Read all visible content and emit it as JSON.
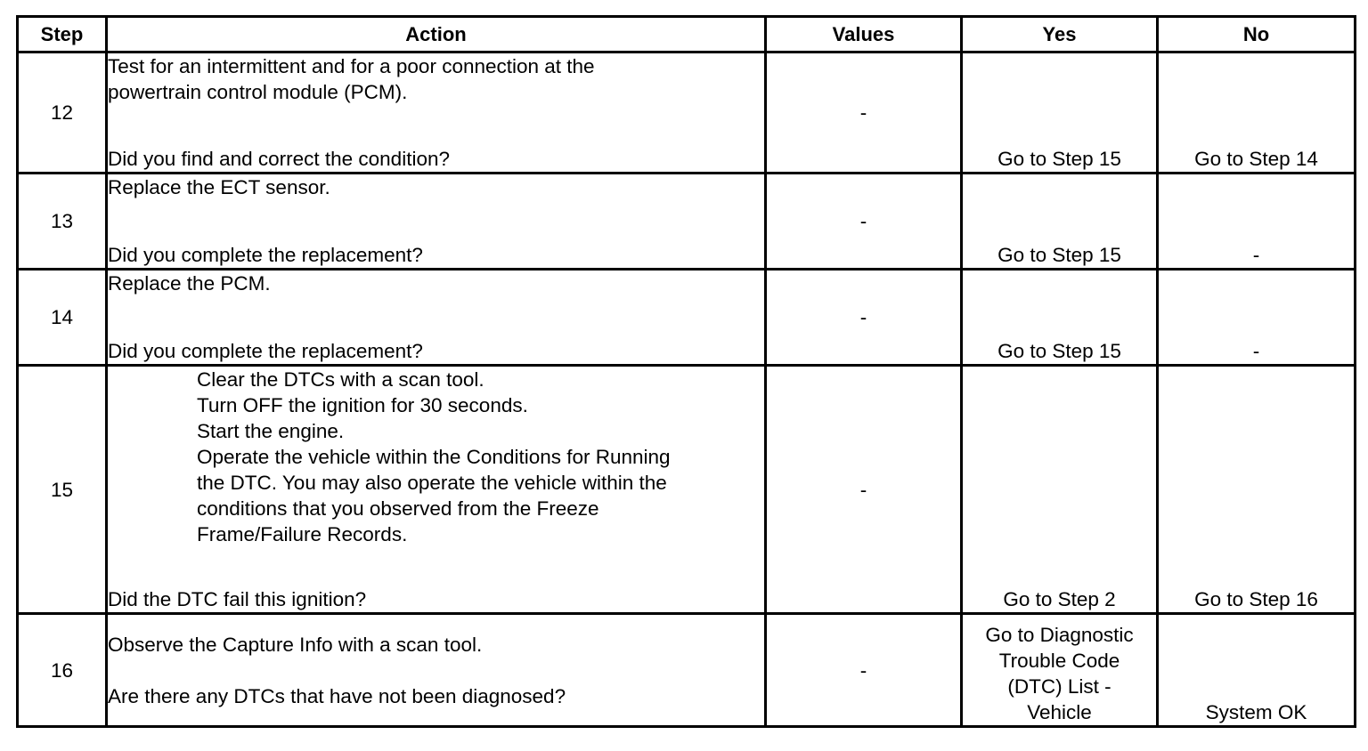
{
  "headers": {
    "step": "Step",
    "action": "Action",
    "values": "Values",
    "yes": "Yes",
    "no": "No"
  },
  "rows": [
    {
      "step": "12",
      "action_lines": [
        "Test for an intermittent and for a poor connection at the",
        "powertrain control module (PCM)."
      ],
      "question": "Did you find and correct the condition?",
      "values": "-",
      "yes": "Go to Step 15",
      "no": "Go to Step 14"
    },
    {
      "step": "13",
      "action_lines": [
        "Replace the ECT sensor."
      ],
      "question": "Did you complete the replacement?",
      "values": "-",
      "yes": "Go to Step 15",
      "no": "-"
    },
    {
      "step": "14",
      "action_lines": [
        "Replace the PCM."
      ],
      "question": "Did you complete the replacement?",
      "values": "-",
      "yes": "Go to Step 15",
      "no": "-"
    },
    {
      "step": "15",
      "action_lines": [
        "Clear the DTCs with a scan tool.",
        "Turn OFF the ignition for 30 seconds.",
        "Start the engine.",
        "Operate the vehicle within the Conditions for Running",
        "the DTC. You may also operate the vehicle within the",
        "conditions that you observed from the Freeze",
        "Frame/Failure Records."
      ],
      "question": "Did the DTC fail this ignition?",
      "values": "-",
      "yes": "Go to Step 2",
      "no": "Go to Step 16"
    },
    {
      "step": "16",
      "action_lines": [
        "Observe the Capture Info with a scan tool."
      ],
      "question": "Are there any DTCs that have not been diagnosed?",
      "values": "-",
      "yes_lines": [
        "Go to Diagnostic",
        "Trouble Code",
        "(DTC) List -",
        "Vehicle"
      ],
      "no": "System OK"
    }
  ]
}
